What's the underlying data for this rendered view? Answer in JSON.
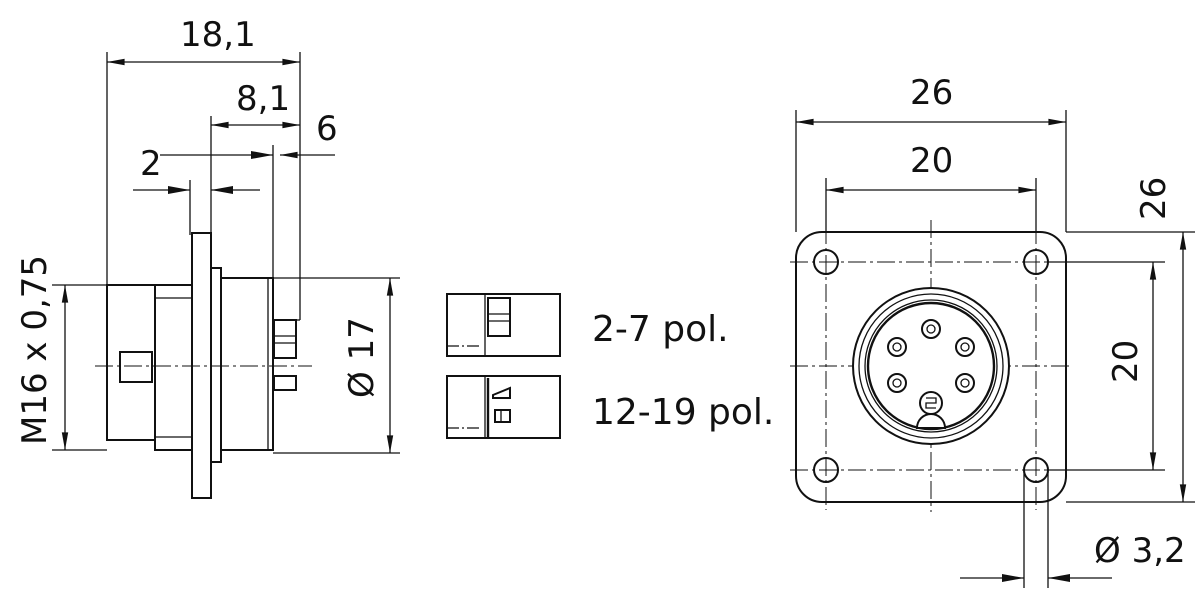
{
  "side_view": {
    "dim_overall_length": "18,1",
    "dim_rear_length": "8,1",
    "dim_pin_offset": "6",
    "dim_flange_thickness": "2",
    "dim_thread": "M16 x 0,75",
    "dim_body_diameter": "Ø 17"
  },
  "legend": {
    "variant_a": "2-7 pol.",
    "variant_b": "12-19 pol."
  },
  "front_view": {
    "dim_flange_width": "26",
    "dim_hole_spacing_horizontal": "20",
    "dim_flange_height": "26",
    "dim_hole_spacing_vertical": "20",
    "dim_hole_diameter": "Ø 3,2"
  }
}
